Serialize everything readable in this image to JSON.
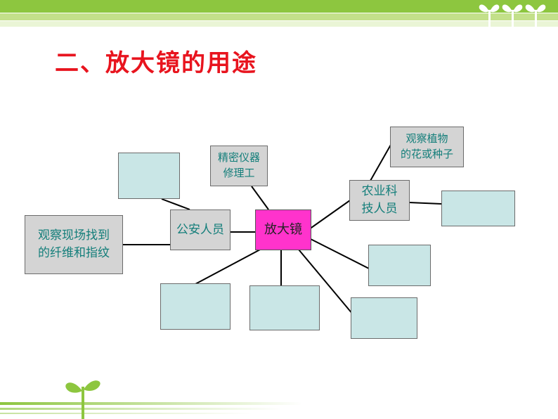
{
  "slide": {
    "title": "二、放大镜的用途",
    "title_color": "#e8141e",
    "accent_green": "#8dc63f"
  },
  "diagram": {
    "center": "放大镜",
    "node_fill": "#d4d4d4",
    "blank_fill": "#c9e6e6",
    "center_fill": "#ff33cc",
    "text_color": "#137e7a",
    "nodes": {
      "police": "公安人员",
      "police_task": "观察现场找到\n的纤维和指纹",
      "repair": "精密仪器\n修理工",
      "agri": "农业科\n技人员",
      "agri_task": "观察植物\n的花或种子"
    }
  }
}
